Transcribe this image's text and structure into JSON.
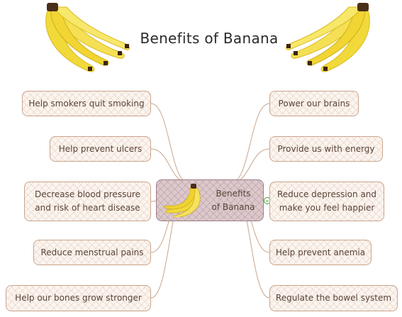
{
  "title": "Benefits of Banana",
  "central": {
    "label": "Benefits\nof Banana"
  },
  "left_topics": [
    {
      "id": "quit-smoking",
      "label": "Help smokers quit smoking"
    },
    {
      "id": "ulcers",
      "label": "Help prevent ulcers"
    },
    {
      "id": "blood-pressure",
      "label": "Decrease blood pressure\nand risk of heart disease"
    },
    {
      "id": "menstrual",
      "label": "Reduce menstrual pains"
    },
    {
      "id": "bones",
      "label": "Help our bones grow stronger"
    }
  ],
  "right_topics": [
    {
      "id": "brains",
      "label": "Power our brains"
    },
    {
      "id": "energy",
      "label": "Provide us with energy"
    },
    {
      "id": "depression",
      "label": "Reduce depression and\nmake you feel happier"
    },
    {
      "id": "anemia",
      "label": "Help prevent anemia"
    },
    {
      "id": "bowel",
      "label": "Regulate the bowel system"
    }
  ],
  "colors": {
    "node_border": "#c9a58c",
    "node_fill": "#fbf4ef",
    "central_fill": "#dcc8cb",
    "connector": "#c9a58c",
    "banana": "#f3dc3b",
    "banana_stem": "#5a3a22",
    "collapse_toggle": "#4a9a2e"
  },
  "icons": [
    "banana-bunch-icon",
    "collapse-toggle-icon"
  ]
}
